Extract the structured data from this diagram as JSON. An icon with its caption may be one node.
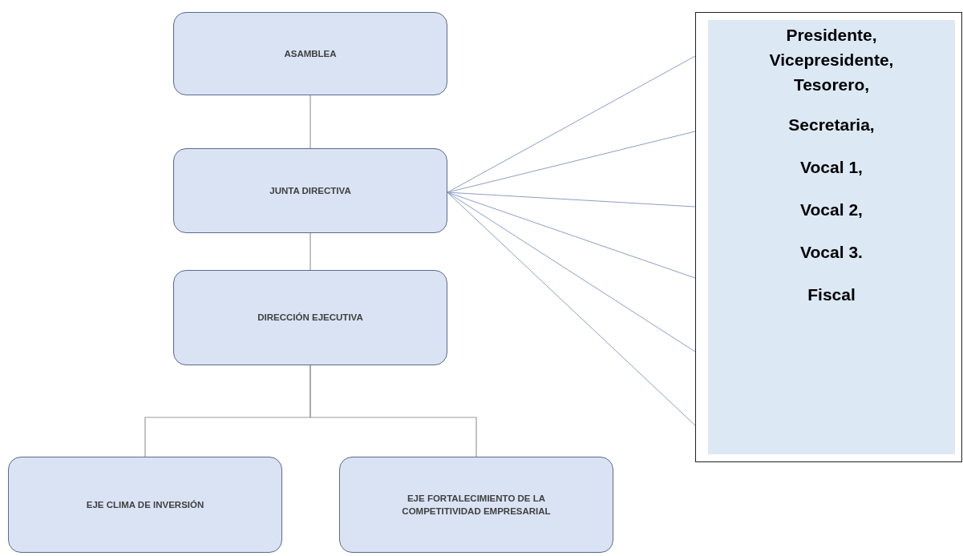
{
  "diagram": {
    "nodes": [
      {
        "text": [
          "ASAMBLEA"
        ]
      },
      {
        "text": [
          "JUNTA DIRECTIVA"
        ]
      },
      {
        "text": [
          "DIRECCIÓN EJECUTIVA"
        ]
      },
      {
        "text": [
          "EJE CLIMA DE INVERSIÓN"
        ]
      },
      {
        "text": [
          "EJE FORTALECIMIENTO DE LA COMPETITIVIDAD EMPRESARIAL"
        ]
      },
      {
        "text": [],
        "shape": "box"
      },
      {
        "text": [
          "Presidente,",
          "Vicepresidente,",
          "Tesorero,",
          "Secretaria,",
          "Vocal 1,",
          "Vocal 2,",
          "Vocal 3.",
          "Fiscal"
        ],
        "in": 5
      }
    ],
    "edges": [
      {
        "from": 0,
        "to": 1,
        "arrow": "none"
      },
      {
        "from": 1,
        "to": 2,
        "arrow": "none"
      },
      {
        "from": 2,
        "to": 3,
        "arrow": "none"
      },
      {
        "from": 2,
        "to": 4,
        "arrow": "none"
      },
      {
        "from": 1,
        "to": 5,
        "arrow": "none",
        "color": "#8e9cc8"
      },
      {
        "from": 1,
        "to": 5,
        "arrow": "none",
        "color": "#8e9cc8"
      },
      {
        "from": 1,
        "to": 5,
        "arrow": "none",
        "color": "#8e9cc8"
      },
      {
        "from": 1,
        "to": 5,
        "arrow": "none",
        "color": "#8e9cc8"
      },
      {
        "from": 1,
        "to": 5,
        "arrow": "none",
        "color": "#8e9cc8"
      },
      {
        "from": 1,
        "to": 5,
        "arrow": "none",
        "color": "#8e9cc8"
      }
    ]
  }
}
